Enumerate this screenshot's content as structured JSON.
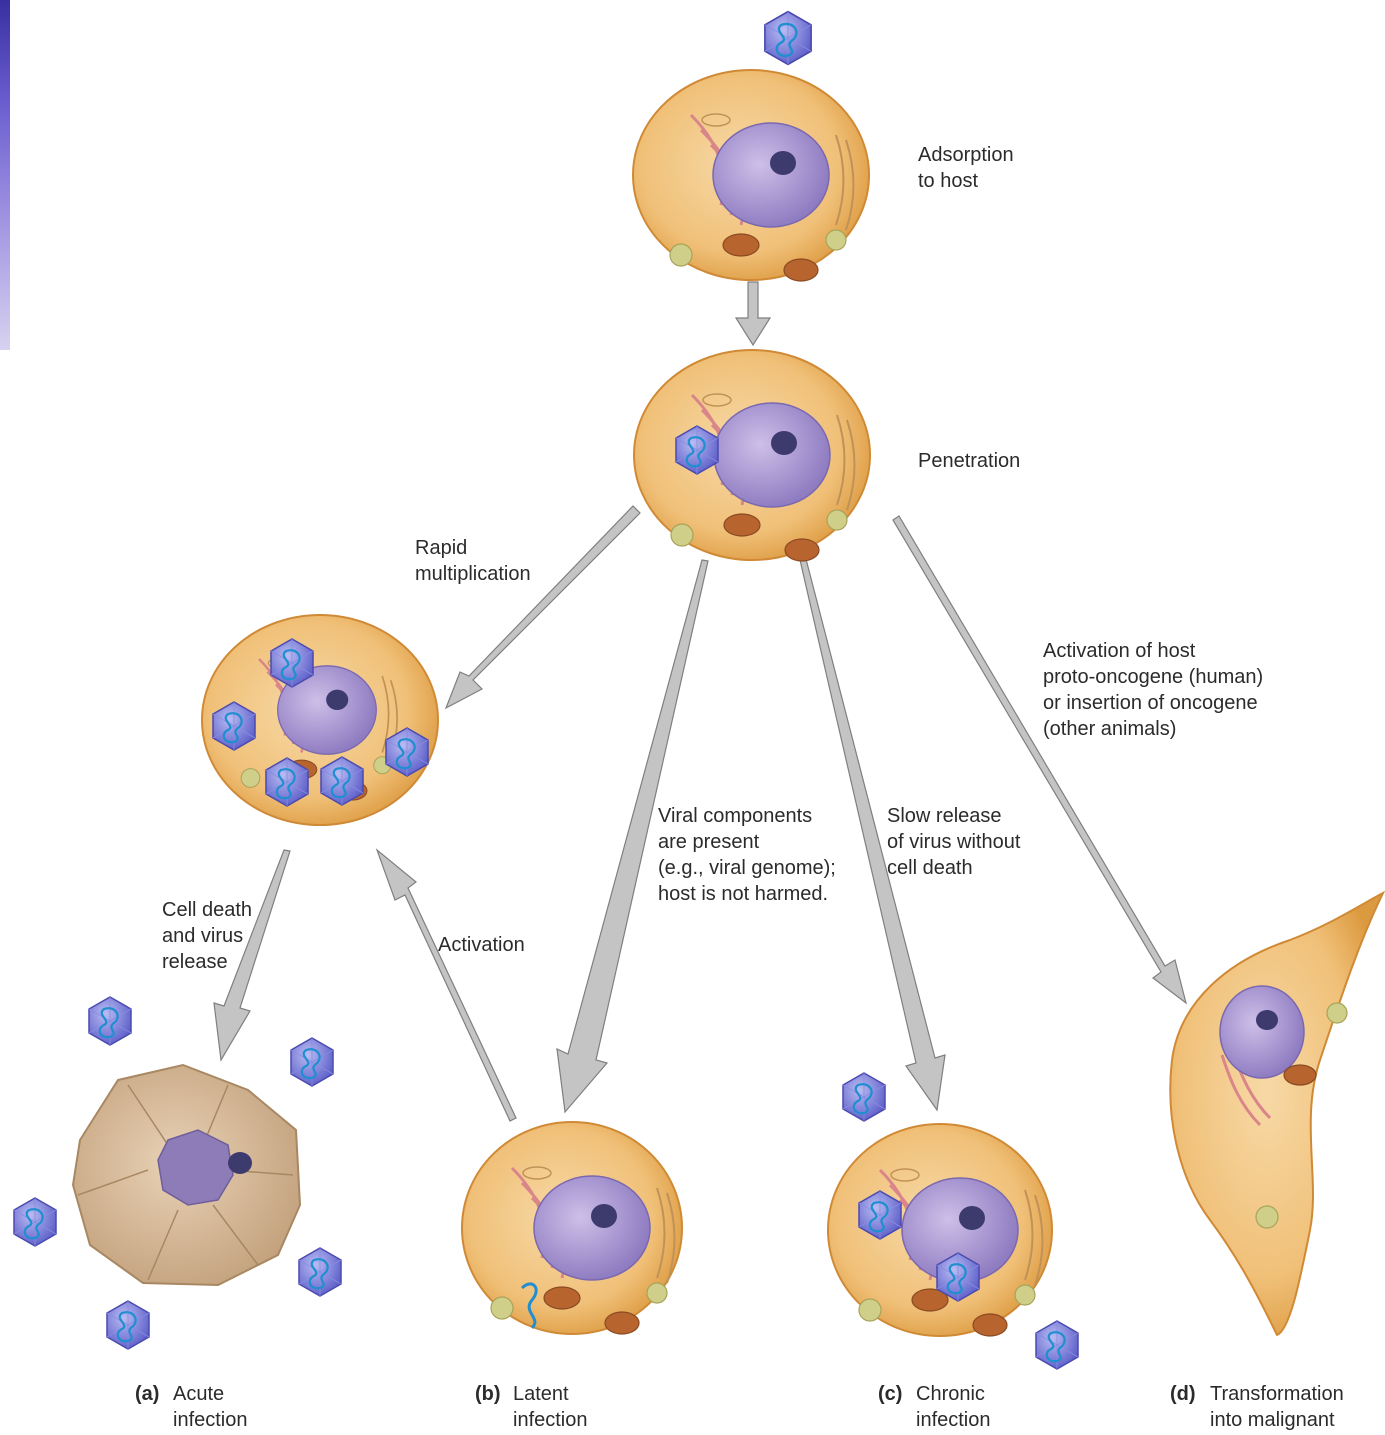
{
  "steps": {
    "adsorption": [
      "Adsorption",
      "to host"
    ],
    "penetration": "Penetration",
    "rapid": [
      "Rapid",
      "multiplication"
    ],
    "activation_host": [
      "Activation of host",
      "proto-oncogene (human)",
      "or insertion of oncogene",
      "(other animals)"
    ],
    "viral_components": [
      "Viral components",
      "are present",
      "(e.g., viral genome);",
      "host is not harmed."
    ],
    "slow_release": [
      "Slow release",
      "of virus without",
      "cell death"
    ],
    "cell_death": [
      "Cell death",
      "and virus",
      "release"
    ],
    "activation": "Activation"
  },
  "captions": [
    {
      "letter": "(a)",
      "lines": [
        "Acute",
        "infection"
      ]
    },
    {
      "letter": "(b)",
      "lines": [
        "Latent",
        "infection"
      ]
    },
    {
      "letter": "(c)",
      "lines": [
        "Chronic",
        "infection"
      ]
    },
    {
      "letter": "(d)",
      "lines": [
        "Transformation",
        "into malignant"
      ]
    }
  ],
  "colors": {
    "cell_fill": "#f0c078",
    "cell_rim": "#dc9a40",
    "nucleus": "#9a88c8",
    "virus": "#6d6fd6",
    "genome": "#1f8fd0",
    "arrow": "#b8b8b8"
  }
}
